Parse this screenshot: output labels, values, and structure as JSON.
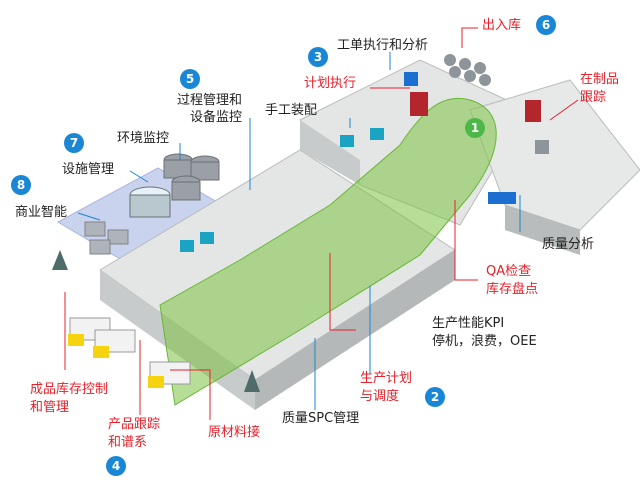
{
  "badges": {
    "b1": "1",
    "b2": "2",
    "b3": "3",
    "b4": "4",
    "b5": "5",
    "b6": "6",
    "b7": "7",
    "b8": "8"
  },
  "labels": {
    "inbound_outbound": "出入库",
    "wip_tracking_l1": "在制品",
    "wip_tracking_l2": "跟踪",
    "work_order": "工单执行和分析",
    "plan_execution": "计划执行",
    "manual_assembly": "手工装配",
    "process_mgmt_l1": "过程管理和",
    "process_mgmt_l2": "设备监控",
    "env_monitoring": "环境监控",
    "facility_mgmt": "设施管理",
    "business_intel": "商业智能",
    "quality_analysis": "质量分析",
    "qa_check_l1": "QA检查",
    "qa_check_l2": "库存盘点",
    "kpi_l1": "生产性能KPI",
    "kpi_l2": "停机，浪费，OEE",
    "prod_planning_l1": "生产计划",
    "prod_planning_l2": "与调度",
    "quality_spc": "质量SPC管理",
    "raw_material": "原材料接",
    "finished_goods_l1": "成品库存控制",
    "finished_goods_l2": "和管理",
    "traceability_l1": "产品跟踪",
    "traceability_l2": "和谱系"
  },
  "colors": {
    "badge_blue": "#1a86d6",
    "badge_green": "#4db848",
    "label_red": "#e8202a",
    "flow_green": "#7cc242",
    "floor_gray": "#d9dcdc",
    "facility_blue": "#c9d3ee"
  }
}
